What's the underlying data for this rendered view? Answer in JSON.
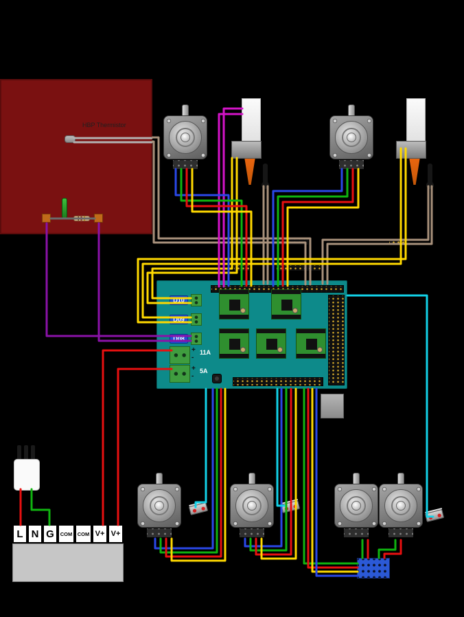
{
  "bed": {
    "thermistor_label": "HBP Thermistor"
  },
  "board": {
    "output_labels": [
      "D10",
      "D09",
      "D08"
    ],
    "fuse_labels": [
      "11A",
      "5A"
    ],
    "polarity_marks": [
      "+",
      "-",
      "+",
      "-"
    ]
  },
  "psu": {
    "terminals": [
      "L",
      "N",
      "G",
      "COM",
      "COM",
      "V+",
      "V+"
    ]
  },
  "colors": {
    "background": "#000000",
    "heated_bed": "#7a1111",
    "board_teal": "#0d8a8a",
    "driver_green": "#2f8f2f",
    "label_blue": "#1d50d8",
    "nozzle_orange": "#e8650f",
    "wire_red": "#e81010",
    "wire_green": "#10b410",
    "wire_yellow": "#ffd900",
    "wire_blue": "#2a48e8",
    "wire_magenta": "#d414c8",
    "wire_purple": "#8a12a8",
    "wire_cyan": "#12d2e8",
    "wire_tan": "#a8917b",
    "wire_gray": "#b3b3b3"
  }
}
